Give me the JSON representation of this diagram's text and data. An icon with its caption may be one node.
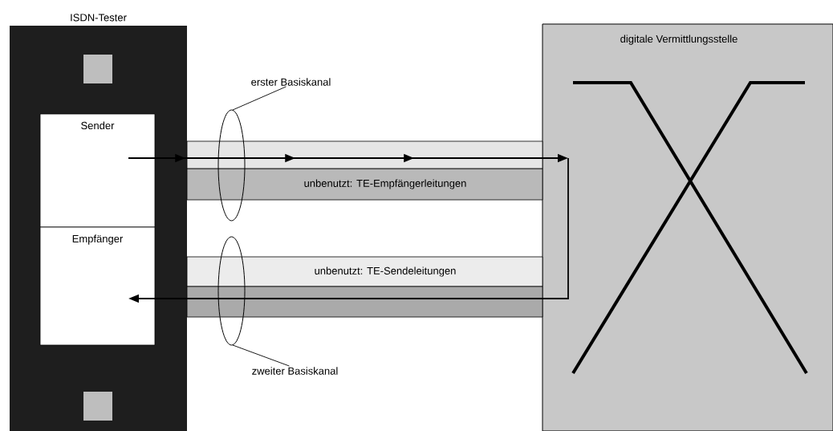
{
  "diagram": {
    "nodes": [
      {
        "text": [
          "ISDN-Tester"
        ]
      },
      {
        "text": [
          "Sender"
        ],
        "in": 0
      },
      {
        "text": [
          "Empfänger"
        ],
        "in": 0
      },
      {
        "text": [
          "digitale Vermittlungsstelle"
        ]
      },
      {
        "text": [
          "unbenutzt: TE-Empfängerleitungen"
        ]
      },
      {
        "text": [
          "unbenutzt: TE-Sendeleitungen"
        ]
      },
      {
        "text": [
          "erster Basiskanal"
        ]
      },
      {
        "text": [
          "zweiter Basiskanal"
        ]
      }
    ],
    "edges": [
      {
        "from": 1,
        "to": 3,
        "arrow": "to"
      },
      {
        "from": 3,
        "to": 2,
        "arrow": "to"
      },
      {
        "from": 6,
        "to": null,
        "arrow": "none"
      },
      {
        "from": 7,
        "to": null,
        "arrow": "none"
      }
    ]
  }
}
